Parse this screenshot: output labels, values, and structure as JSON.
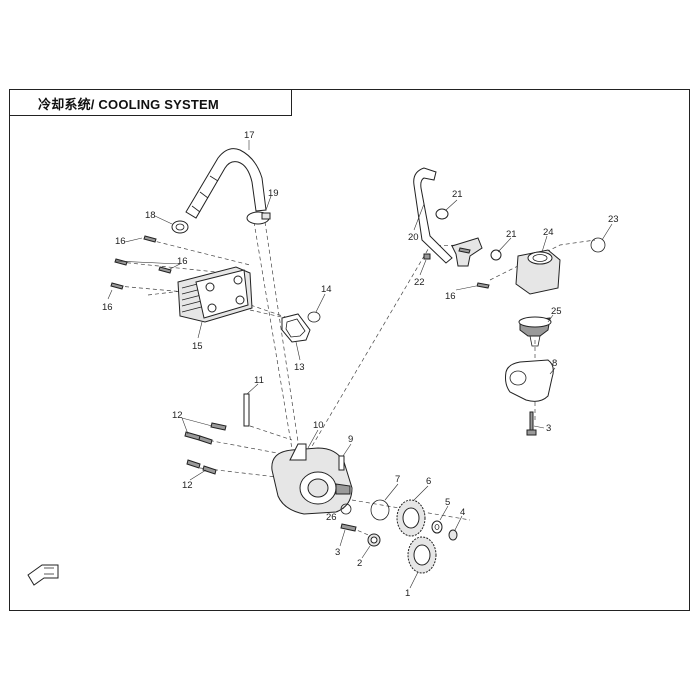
{
  "title": "冷却系统/ COOLING SYSTEM",
  "callouts": {
    "c1": "1",
    "c2": "2",
    "c3a": "3",
    "c3b": "3",
    "c4": "4",
    "c5": "5",
    "c6": "6",
    "c7": "7",
    "c8": "8",
    "c9": "9",
    "c10": "10",
    "c11": "11",
    "c12a": "12",
    "c12b": "12",
    "c13": "13",
    "c14": "14",
    "c15": "15",
    "c16a": "16",
    "c16b": "16",
    "c16c": "16",
    "c16d": "16",
    "c17": "17",
    "c18": "18",
    "c19": "19",
    "c20": "20",
    "c21a": "21",
    "c21b": "21",
    "c22": "22",
    "c23": "23",
    "c24": "24",
    "c25": "25",
    "c26": "26"
  }
}
